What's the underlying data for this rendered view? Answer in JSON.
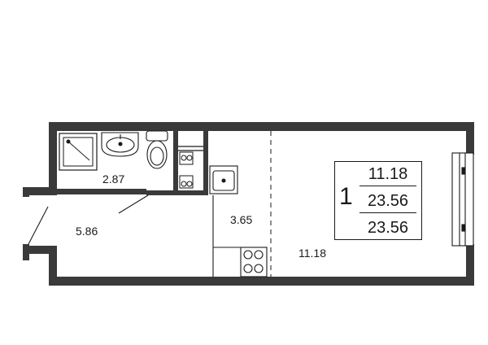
{
  "plan": {
    "rooms": [
      {
        "id": "bathroom",
        "area": "2.87"
      },
      {
        "id": "hall",
        "area": "5.86"
      },
      {
        "id": "kitchen",
        "area": "3.65"
      },
      {
        "id": "living",
        "area": "11.18"
      }
    ],
    "summary": {
      "rooms": "1",
      "living_area": "11.18",
      "total_area": "23.56",
      "total_area_2": "23.56"
    },
    "colors": {
      "wall": "#3a3a3a",
      "line": "#1a1a1a",
      "background": "#ffffff"
    }
  }
}
